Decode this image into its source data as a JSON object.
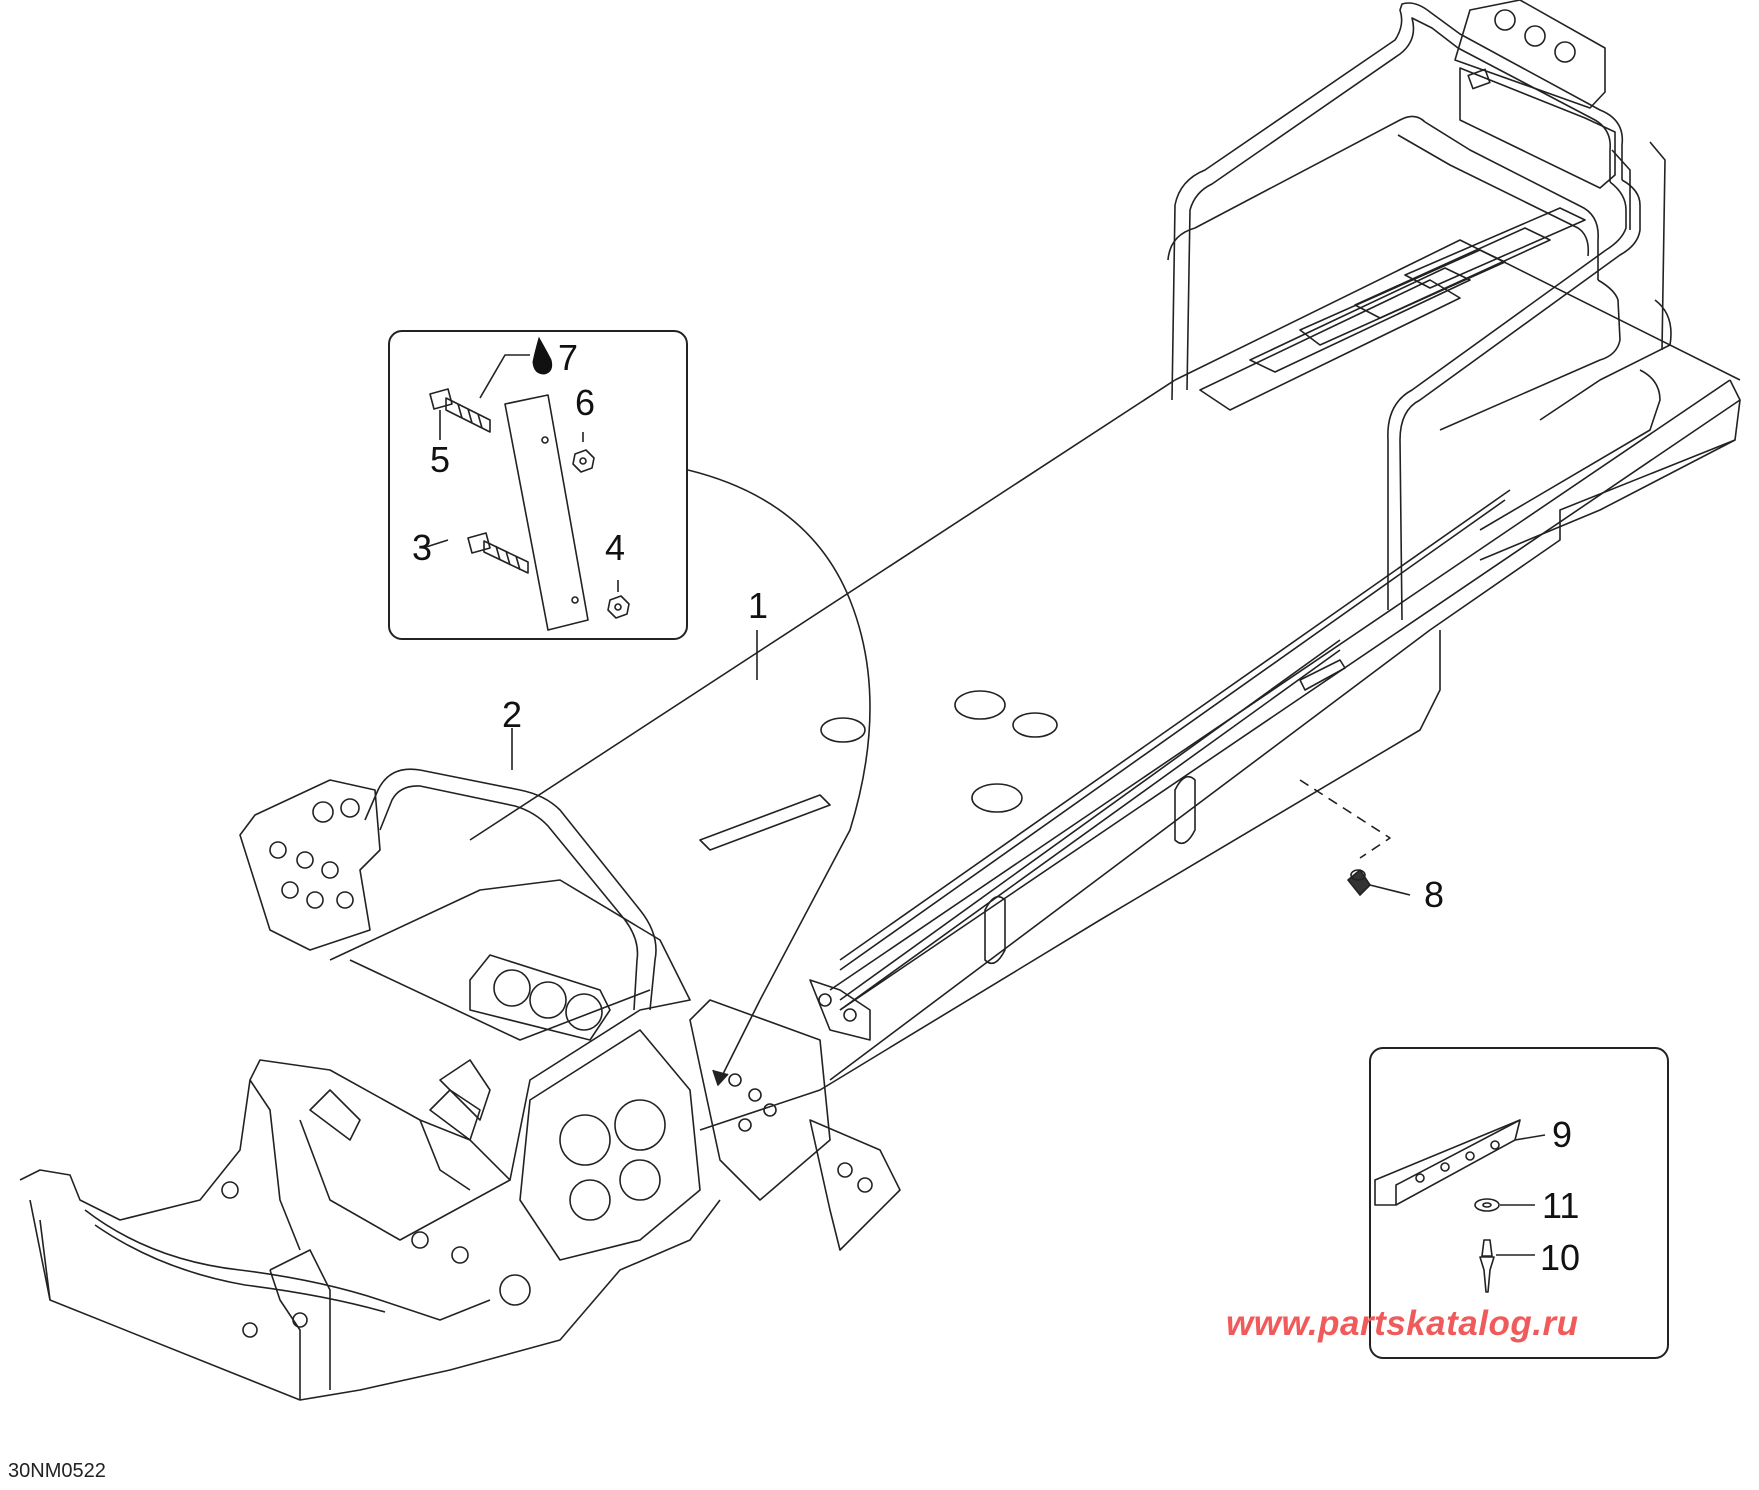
{
  "callouts": {
    "c1": "1",
    "c2": "2",
    "c3": "3",
    "c4": "4",
    "c5": "5",
    "c6": "6",
    "c7": "7",
    "c8": "8",
    "c9": "9",
    "c10": "10",
    "c11": "11"
  },
  "watermark": "www.partskatalog.ru",
  "figure_code": "30NM0522",
  "icons": {
    "adhesive": "drop-icon"
  },
  "colors": {
    "line": "#222222",
    "watermark": "#f05a5a",
    "background": "#ffffff"
  }
}
